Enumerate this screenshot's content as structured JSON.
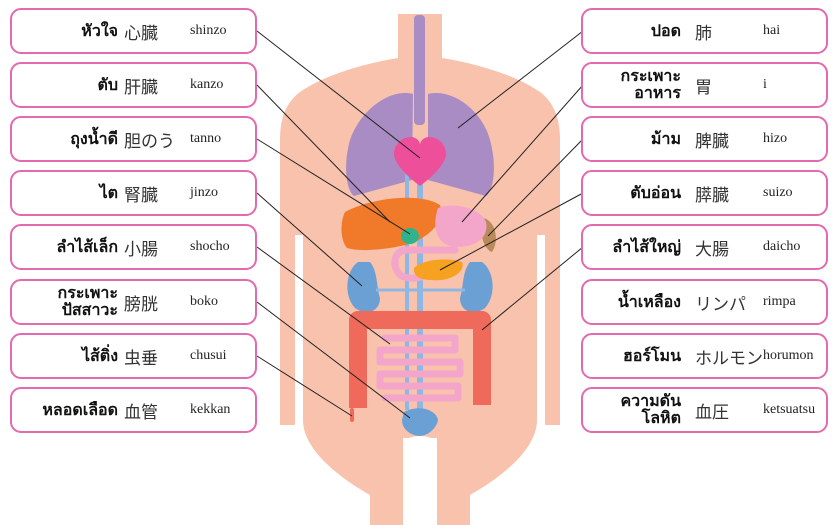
{
  "organs_left": [
    {
      "thai": "หัวใจ",
      "japanese": "心臓",
      "romaji": "shinzo"
    },
    {
      "thai": "ตับ",
      "japanese": "肝臓",
      "romaji": "kanzo"
    },
    {
      "thai": "ถุงน้ำดี",
      "japanese": "胆のう",
      "romaji": "tanno"
    },
    {
      "thai": "ไต",
      "japanese": "腎臓",
      "romaji": "jinzo"
    },
    {
      "thai": "ลำไส้เล็ก",
      "japanese": "小腸",
      "romaji": "shocho"
    },
    {
      "thai": "กระเพาะ\nปัสสาวะ",
      "japanese": "膀胱",
      "romaji": "boko"
    },
    {
      "thai": "ไส้ติ่ง",
      "japanese": "虫垂",
      "romaji": "chusui"
    },
    {
      "thai": "หลอดเลือด",
      "japanese": "血管",
      "romaji": "kekkan"
    }
  ],
  "organs_right": [
    {
      "thai": "ปอด",
      "japanese": "肺",
      "romaji": "hai"
    },
    {
      "thai": "กระเพาะ\nอาหาร",
      "japanese": "胃",
      "romaji": "i"
    },
    {
      "thai": "ม้าม",
      "japanese": "脾臓",
      "romaji": "hizo"
    },
    {
      "thai": "ตับอ่อน",
      "japanese": "膵臓",
      "romaji": "suizo"
    },
    {
      "thai": "ลำไส้ใหญ่",
      "japanese": "大腸",
      "romaji": "daicho"
    },
    {
      "thai": "น้ำเหลือง",
      "japanese": "リンパ",
      "romaji": "rimpa"
    },
    {
      "thai": "ฮอร์โมน",
      "japanese": "ホルモン",
      "romaji": "horumon"
    },
    {
      "thai": "ความดัน\nโลหิต",
      "japanese": "血圧",
      "romaji": "ketsuatsu"
    }
  ],
  "colors": {
    "border": "#e36aae",
    "skin": "#f8c2ad",
    "lungs": "#a98cc4",
    "heart": "#ee4f9b",
    "liver": "#f07a2a",
    "gallbladder": "#2fb38a",
    "stomach": "#f3a6c9",
    "spleen": "#b98a5a",
    "pancreas": "#f6a11f",
    "kidney": "#6aa0d4",
    "large_intestine": "#ef6a5a",
    "small_intestine": "#f3a6c9",
    "bladder": "#6aa0d4",
    "vessel": "#8fb7e4"
  }
}
